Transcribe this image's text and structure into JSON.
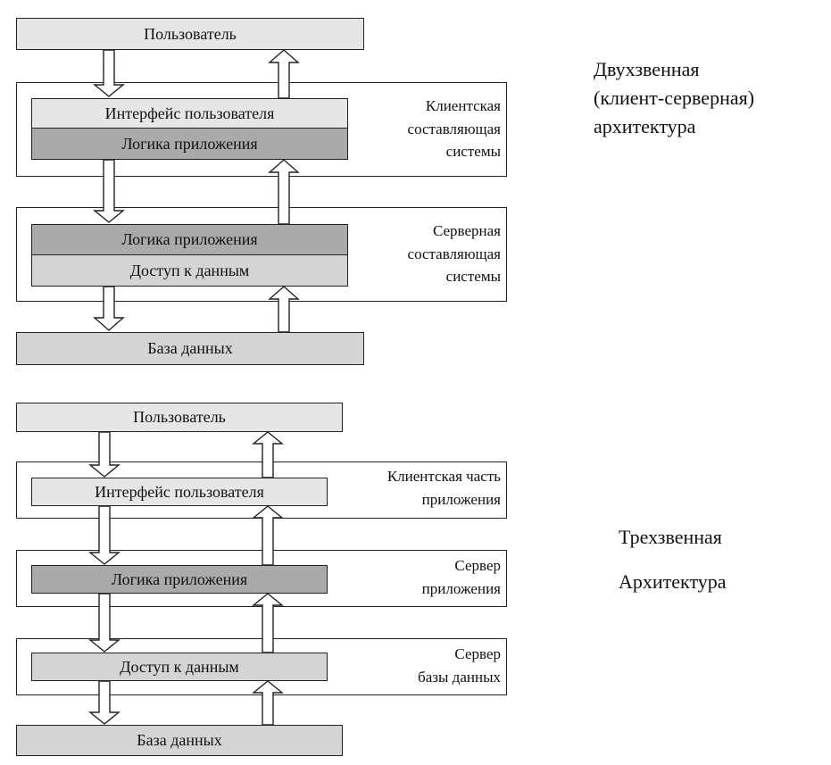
{
  "two_tier": {
    "user": "Пользователь",
    "client_frame": {
      "ui": "Интерфейс пользователя",
      "logic": "Логика приложения",
      "label": [
        "Клиентская",
        "составляющая",
        "системы"
      ]
    },
    "server_frame": {
      "logic": "Логика приложения",
      "data_access": "Доступ к данным",
      "label": [
        "Серверная",
        "составляющая",
        "системы"
      ]
    },
    "database": "База данных",
    "caption": [
      "Двухзвенная",
      "(клиент-серверная)",
      "архитектура"
    ]
  },
  "three_tier": {
    "user": "Пользователь",
    "client_frame": {
      "ui": "Интерфейс пользователя",
      "label": [
        "Клиентская часть",
        "приложения"
      ]
    },
    "app_frame": {
      "logic": "Логика приложения",
      "label": [
        "Сервер",
        "приложения"
      ]
    },
    "db_frame": {
      "data_access": "Доступ к данным",
      "label": [
        "Сервер",
        "базы данных"
      ]
    },
    "database": "База данных",
    "caption": [
      "Трехзвенная",
      "Архитектура"
    ]
  }
}
